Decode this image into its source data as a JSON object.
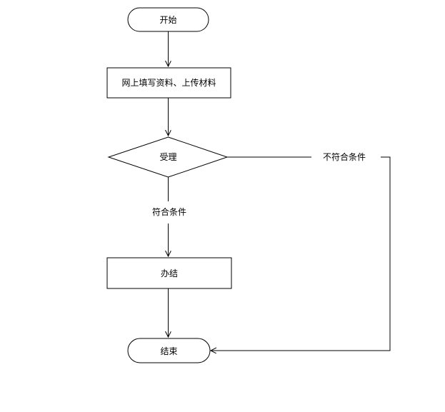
{
  "diagram": {
    "nodes": {
      "start": "开始",
      "fill": "网上填写资料、上传材料",
      "accept": "受理",
      "process": "办结",
      "end": "结束"
    },
    "edges": {
      "meets": "符合条件",
      "not_meets": "不符合条件"
    }
  }
}
